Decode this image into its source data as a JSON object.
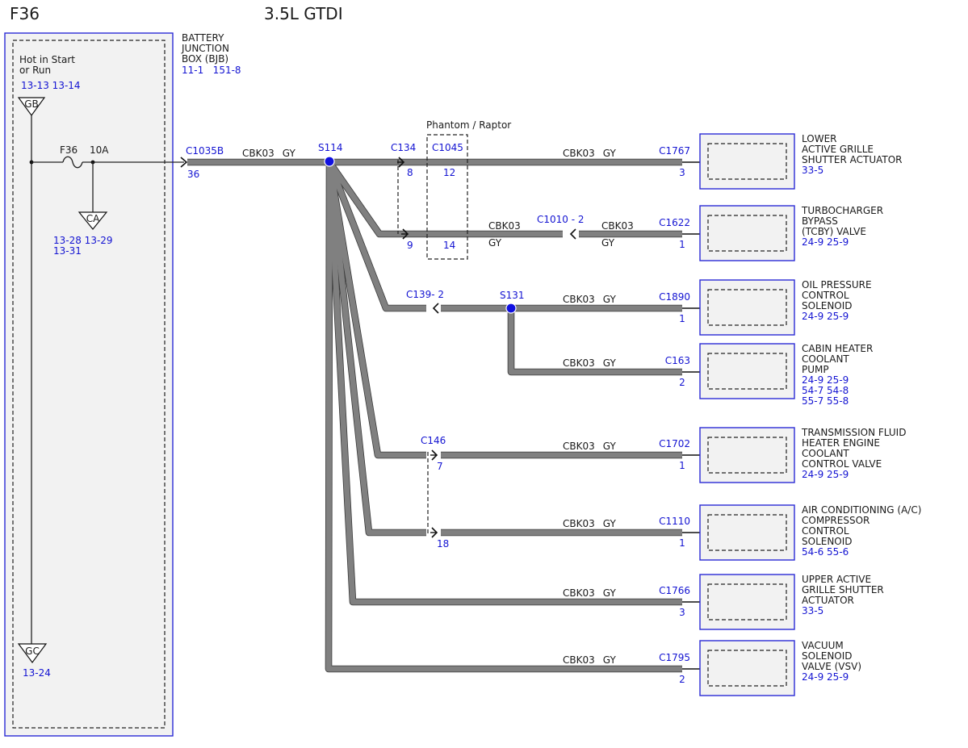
{
  "header": {
    "fuse_id": "F36",
    "engine": "3.5L GTDI"
  },
  "bjb": {
    "title": [
      "BATTERY",
      "JUNCTION",
      "BOX (BJB)"
    ],
    "refs": "11-1   151-8",
    "hot_label": [
      "Hot in Start",
      "or Run"
    ],
    "hot_refs": "13-13 13-14",
    "gb": "GB",
    "fuse_name": "F36",
    "fuse_rating": "10A",
    "ca": "CA",
    "ca_refs": [
      "13-28 13-29",
      "13-31"
    ],
    "gc": "GC",
    "gc_ref": "13-24",
    "out_connector": "C1035B",
    "out_pin": "36"
  },
  "trunk": {
    "circuit": "CBK03",
    "color": "GY",
    "splice": "S114"
  },
  "phantom": {
    "label": "Phantom / Raptor",
    "c134": "C134",
    "c1045": "C1045",
    "c134_pins": [
      "8",
      "9"
    ],
    "c1045_pins": [
      "12",
      "14"
    ],
    "inline_connector": "C1010 - 2"
  },
  "branch_s131": {
    "c139": "C139- 2",
    "splice": "S131"
  },
  "c146": {
    "name": "C146",
    "pins": [
      "7",
      "18"
    ]
  },
  "loads": [
    {
      "connector": "C1767",
      "pin": "3",
      "circuit": "CBK03",
      "color": "GY",
      "name": [
        "LOWER",
        "ACTIVE GRILLE",
        "SHUTTER ACTUATOR"
      ],
      "refs": [
        "33-5"
      ]
    },
    {
      "connector": "C1622",
      "pin": "1",
      "circuit": "CBK03",
      "color": "GY",
      "name": [
        "TURBOCHARGER",
        "BYPASS",
        "(TCBY) VALVE"
      ],
      "refs": [
        "24-9  25-9"
      ],
      "circuit_left": "CBK03",
      "color_left": "GY"
    },
    {
      "connector": "C1890",
      "pin": "1",
      "circuit": "CBK03",
      "color": "GY",
      "name": [
        "OIL PRESSURE",
        "CONTROL",
        "SOLENOID"
      ],
      "refs": [
        "24-9  25-9"
      ]
    },
    {
      "connector": "C163",
      "pin": "2",
      "circuit": "CBK03",
      "color": "GY",
      "name": [
        "CABIN HEATER",
        "COOLANT",
        "PUMP"
      ],
      "refs": [
        "24-9  25-9",
        "54-7  54-8",
        "55-7  55-8"
      ]
    },
    {
      "connector": "C1702",
      "pin": "1",
      "circuit": "CBK03",
      "color": "GY",
      "name": [
        "TRANSMISSION FLUID",
        "HEATER ENGINE",
        "COOLANT",
        "CONTROL VALVE"
      ],
      "refs": [
        "24-9  25-9"
      ]
    },
    {
      "connector": "C1110",
      "pin": "1",
      "circuit": "CBK03",
      "color": "GY",
      "name": [
        "AIR CONDITIONING (A/C)",
        "COMPRESSOR",
        "CONTROL",
        "SOLENOID"
      ],
      "refs": [
        "54-6  55-6"
      ]
    },
    {
      "connector": "C1766",
      "pin": "3",
      "circuit": "CBK03",
      "color": "GY",
      "name": [
        "UPPER ACTIVE",
        "GRILLE SHUTTER",
        "ACTUATOR"
      ],
      "refs": [
        "33-5"
      ]
    },
    {
      "connector": "C1795",
      "pin": "2",
      "circuit": "CBK03",
      "color": "GY",
      "name": [
        "VACUUM",
        "SOLENOID",
        "VALVE (VSV)"
      ],
      "refs": [
        "24-9  25-9"
      ]
    }
  ]
}
